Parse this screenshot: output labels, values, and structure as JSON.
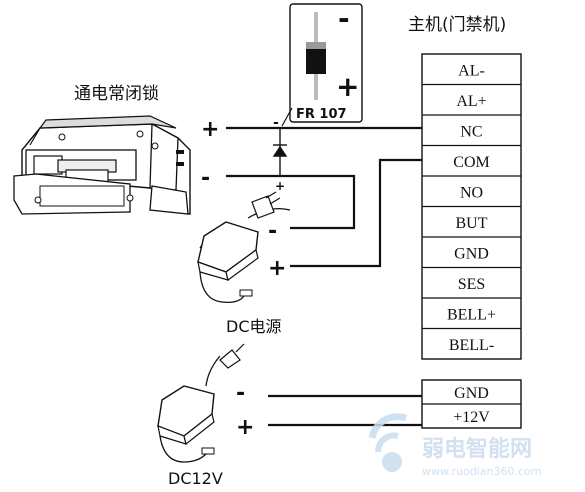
{
  "lock": {
    "title": "通电常闭锁",
    "plus": "+",
    "minus": "-"
  },
  "diode": {
    "label": "FR 107",
    "minus": "-",
    "plus": "+",
    "mark_minus": "-",
    "mark_plus": "+"
  },
  "dc_supply": {
    "label": "DC电源",
    "minus": "-",
    "plus": "+"
  },
  "dc12": {
    "label": "DC12V",
    "minus": "-",
    "plus": "+"
  },
  "controller": {
    "title": "主机(门禁机)",
    "terminals": [
      "AL-",
      "AL+",
      "NC",
      "COM",
      "NO",
      "BUT",
      "GND",
      "SES",
      "BELL+",
      "BELL-"
    ]
  },
  "power_block": {
    "terminals": [
      "GND",
      "+12V"
    ]
  },
  "watermark": {
    "name": "弱电智能网",
    "url": "www.ruodian360.com"
  }
}
